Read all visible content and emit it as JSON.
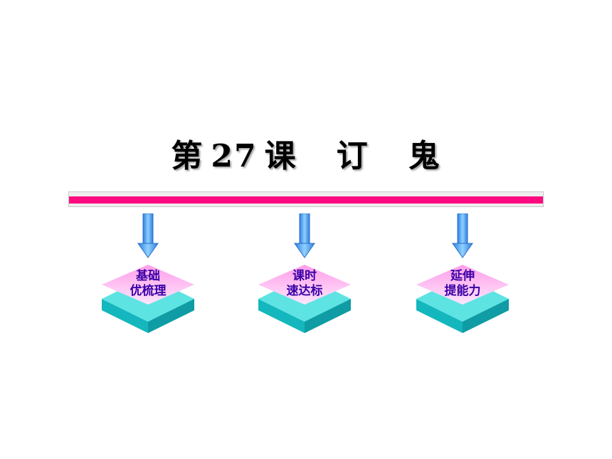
{
  "title": {
    "prefix": "第",
    "number": "27",
    "lesson": "课",
    "name1": "订",
    "name2": "鬼"
  },
  "nodes": [
    {
      "line1": "基础",
      "line2": "优梳理"
    },
    {
      "line1": "课时",
      "line2": "速达标"
    },
    {
      "line1": "延伸",
      "line2": "提能力"
    }
  ],
  "colors": {
    "accent_bar": "#ff0a80",
    "arrow": "#4fa3f7",
    "top_face": "#ffb3f0",
    "teal": "#25d3d3",
    "label": "#3a00a8"
  }
}
